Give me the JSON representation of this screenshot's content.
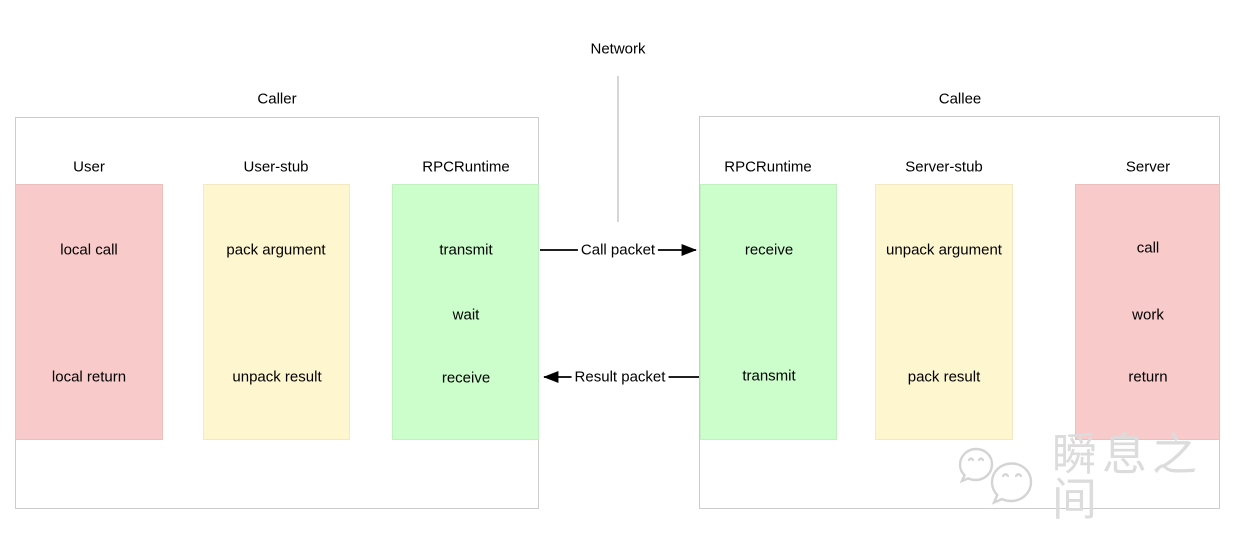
{
  "network": {
    "label": "Network"
  },
  "packets": {
    "call_label": "Call packet",
    "result_label": "Result packet"
  },
  "caller": {
    "title": "Caller",
    "columns": [
      {
        "header": "User",
        "steps": {
          "top": "local call",
          "bottom": "local return"
        }
      },
      {
        "header": "User-stub",
        "steps": {
          "top": "pack argument",
          "bottom": "unpack result"
        }
      },
      {
        "header": "RPCRuntime",
        "steps": {
          "top": "transmit",
          "middle": "wait",
          "bottom": "receive"
        }
      }
    ]
  },
  "callee": {
    "title": "Callee",
    "columns": [
      {
        "header": "RPCRuntime",
        "steps": {
          "top": "receive",
          "bottom": "transmit"
        }
      },
      {
        "header": "Server-stub",
        "steps": {
          "top": "unpack argument",
          "bottom": "pack result"
        }
      },
      {
        "header": "Server",
        "steps": {
          "top": "call",
          "middle": "work",
          "bottom": "return"
        }
      }
    ]
  },
  "watermark": {
    "text": "瞬息之间",
    "logo": "wechat-chat-bubbles-logo"
  },
  "colors": {
    "user_server_box": "#f9caca",
    "stub_box": "#fdf6cf",
    "runtime_box": "#ccfecc",
    "outer_border": "#cccccc",
    "arrow": "#000000",
    "network_line": "#c8c8c8",
    "watermark_gray": "#dcdcdc"
  }
}
